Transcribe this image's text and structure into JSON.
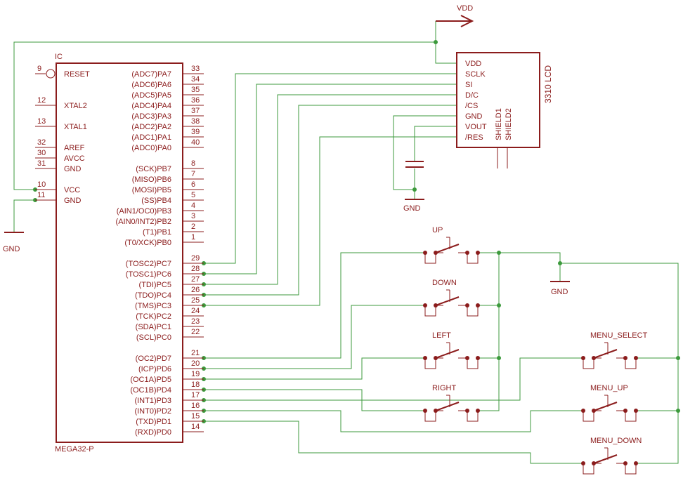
{
  "mcu": {
    "ref": "IC",
    "value": "MEGA32-P",
    "left_pins": [
      {
        "num": "9",
        "name": "RESET"
      },
      {
        "num": "12",
        "name": "XTAL2"
      },
      {
        "num": "13",
        "name": "XTAL1"
      },
      {
        "num": "32",
        "name": "AREF"
      },
      {
        "num": "30",
        "name": "AVCC"
      },
      {
        "num": "31",
        "name": "GND"
      },
      {
        "num": "10",
        "name": "VCC"
      },
      {
        "num": "11",
        "name": "GND"
      }
    ],
    "right_pins": [
      {
        "num": "33",
        "name": "(ADC7)PA7"
      },
      {
        "num": "34",
        "name": "(ADC6)PA6"
      },
      {
        "num": "35",
        "name": "(ADC5)PA5"
      },
      {
        "num": "36",
        "name": "(ADC4)PA4"
      },
      {
        "num": "37",
        "name": "(ADC3)PA3"
      },
      {
        "num": "38",
        "name": "(ADC2)PA2"
      },
      {
        "num": "39",
        "name": "(ADC1)PA1"
      },
      {
        "num": "40",
        "name": "(ADC0)PA0"
      },
      {
        "num": "8",
        "name": "(SCK)PB7"
      },
      {
        "num": "7",
        "name": "(MISO)PB6"
      },
      {
        "num": "6",
        "name": "(MOSI)PB5"
      },
      {
        "num": "5",
        "name": "(SS)PB4"
      },
      {
        "num": "4",
        "name": "(AIN1/OC0)PB3"
      },
      {
        "num": "3",
        "name": "(AIN0/INT2)PB2"
      },
      {
        "num": "2",
        "name": "(T1)PB1"
      },
      {
        "num": "1",
        "name": "(T0/XCK)PB0"
      },
      {
        "num": "29",
        "name": "(TOSC2)PC7"
      },
      {
        "num": "28",
        "name": "(TOSC1)PC6"
      },
      {
        "num": "27",
        "name": "(TDI)PC5"
      },
      {
        "num": "26",
        "name": "(TDO)PC4"
      },
      {
        "num": "25",
        "name": "(TMS)PC3"
      },
      {
        "num": "24",
        "name": "(TCK)PC2"
      },
      {
        "num": "23",
        "name": "(SDA)PC1"
      },
      {
        "num": "22",
        "name": "(SCL)PC0"
      },
      {
        "num": "21",
        "name": "(OC2)PD7"
      },
      {
        "num": "20",
        "name": "(ICP)PD6"
      },
      {
        "num": "19",
        "name": "(OC1A)PD5"
      },
      {
        "num": "18",
        "name": "(OC1B)PD4"
      },
      {
        "num": "17",
        "name": "(INT1)PD3"
      },
      {
        "num": "16",
        "name": "(INT0)PD2"
      },
      {
        "num": "15",
        "name": "(TXD)PD1"
      },
      {
        "num": "14",
        "name": "(RXD)PD0"
      }
    ]
  },
  "lcd": {
    "title": "3310 LCD",
    "pins": [
      "VDD",
      "SCLK",
      "SI",
      "D/C",
      "/CS",
      "GND",
      "VOUT",
      "/RES"
    ],
    "shields": [
      "SHIELD1",
      "SHIELD2"
    ]
  },
  "supplies": {
    "vdd": "VDD",
    "gnd_left": "GND",
    "gnd_cap": "GND",
    "gnd_right": "GND"
  },
  "switches": [
    {
      "label": "UP"
    },
    {
      "label": "DOWN"
    },
    {
      "label": "LEFT"
    },
    {
      "label": "RIGHT"
    },
    {
      "label": "MENU_SELECT"
    },
    {
      "label": "MENU_UP"
    },
    {
      "label": "MENU_DOWN"
    }
  ],
  "colors": {
    "part": "#8b1c1c",
    "wire": "#3c9a3c",
    "background": "#ffffff"
  }
}
